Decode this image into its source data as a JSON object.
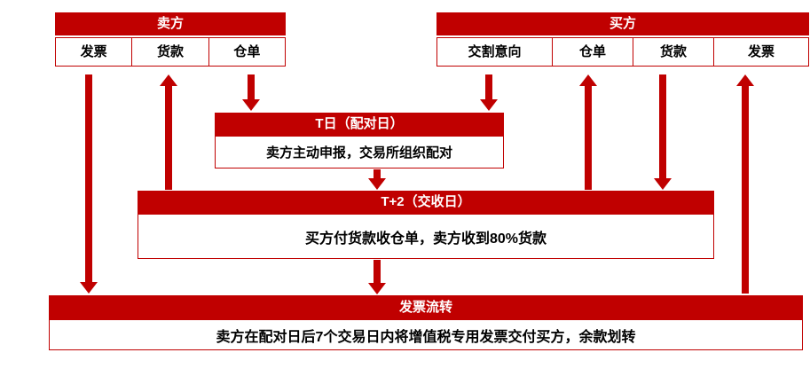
{
  "colors": {
    "accent": "#C00000",
    "header_text": "#FFFFFF",
    "body_text": "#000000",
    "background": "#FFFFFF"
  },
  "seller": {
    "title": "卖方",
    "items": [
      {
        "label": "发票"
      },
      {
        "label": "货款"
      },
      {
        "label": "仓单"
      }
    ]
  },
  "buyer": {
    "title": "买方",
    "items": [
      {
        "label": "交割意向"
      },
      {
        "label": "仓单"
      },
      {
        "label": "货款"
      },
      {
        "label": "发票"
      }
    ]
  },
  "t_day": {
    "title": "T日（配对日）",
    "body": "卖方主动申报，交易所组织配对"
  },
  "t2_day": {
    "title": "T+2（交收日）",
    "body": "买方付货款收仓单，卖方收到80%货款"
  },
  "invoice_flow": {
    "title": "发票流转",
    "body": "卖方在配对日后7个交易日内将增值税专用发票交付买方，余款划转"
  }
}
